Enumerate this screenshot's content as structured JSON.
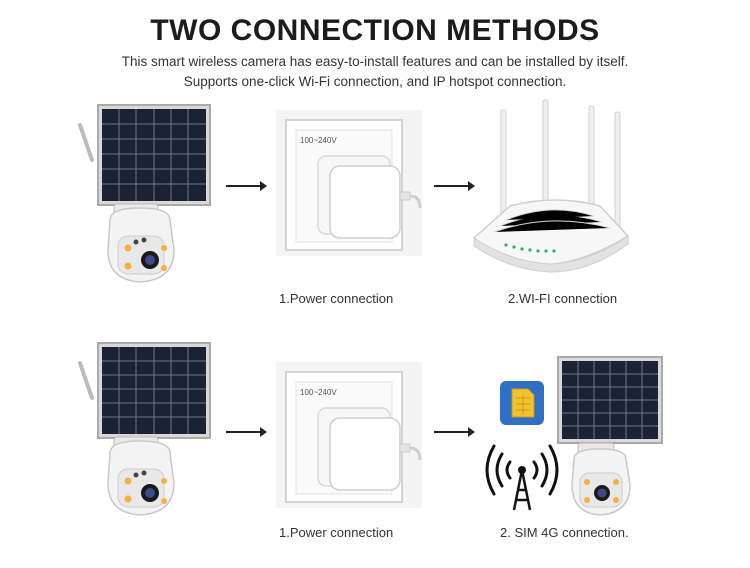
{
  "header": {
    "title": "TWO CONNECTION METHODS",
    "subtitle_line1": "This smart wireless camera has easy-to-install features and can be installed by itself.",
    "subtitle_line2": "Supports one-click Wi-Fi connection, and IP hotspot connection."
  },
  "rows": [
    {
      "step1_caption": "1.Power connection",
      "step2_caption": "2.WI-FI connection",
      "outlet_label": "100~240V"
    },
    {
      "step1_caption": "1.Power connection",
      "step2_caption": "2. SIM 4G connection.",
      "outlet_label": "100~240V"
    }
  ],
  "icons": {
    "arrow": "right-arrow-icon",
    "router": "wifi-router-icon",
    "sim": "sim-card-icon",
    "signal": "signal-tower-icon"
  }
}
